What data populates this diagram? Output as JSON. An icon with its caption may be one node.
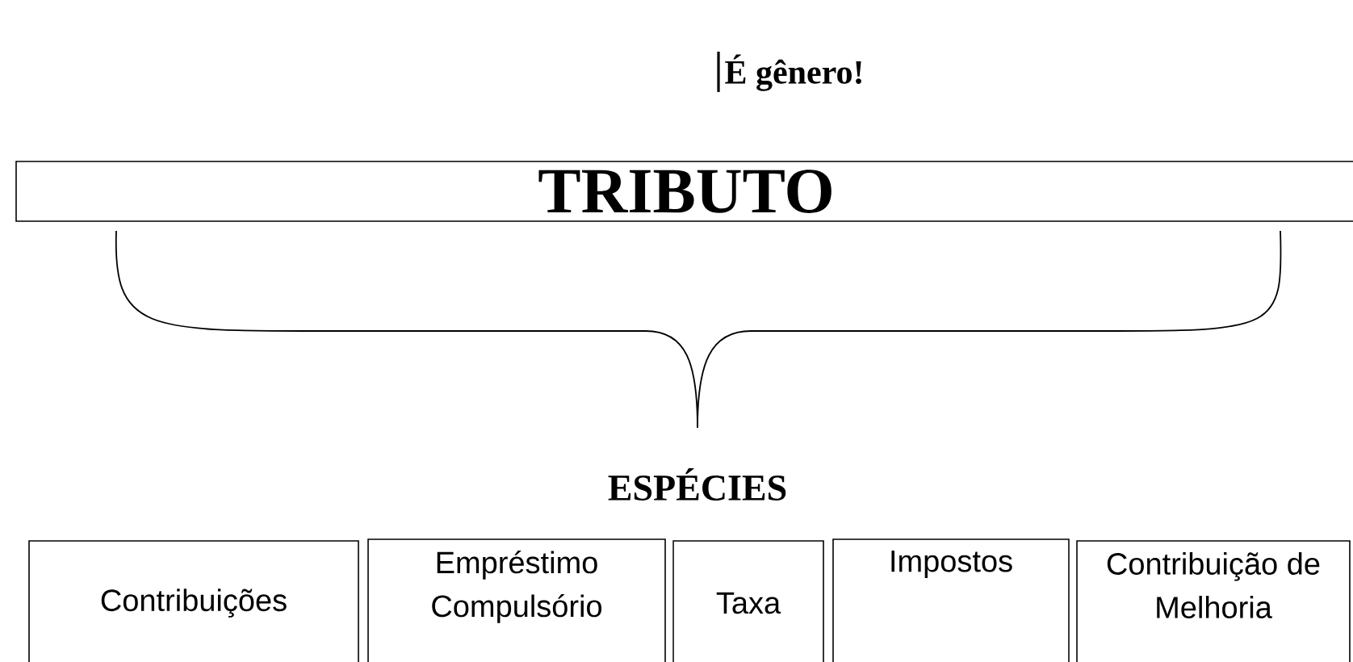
{
  "diagram": {
    "nodes": [
      {
        "text": [
          "TRIBUTO"
        ]
      },
      {
        "text": [
          "Contribuições"
        ]
      },
      {
        "text": [
          "Empréstimo Compulsório"
        ]
      },
      {
        "text": [
          "Taxa"
        ]
      },
      {
        "text": [
          "Impostos"
        ]
      },
      {
        "text": [
          "Contribuição de Melhoria"
        ]
      }
    ],
    "edges": [],
    "labels": [
      "É gênero!",
      "ESPÉCIES"
    ]
  }
}
